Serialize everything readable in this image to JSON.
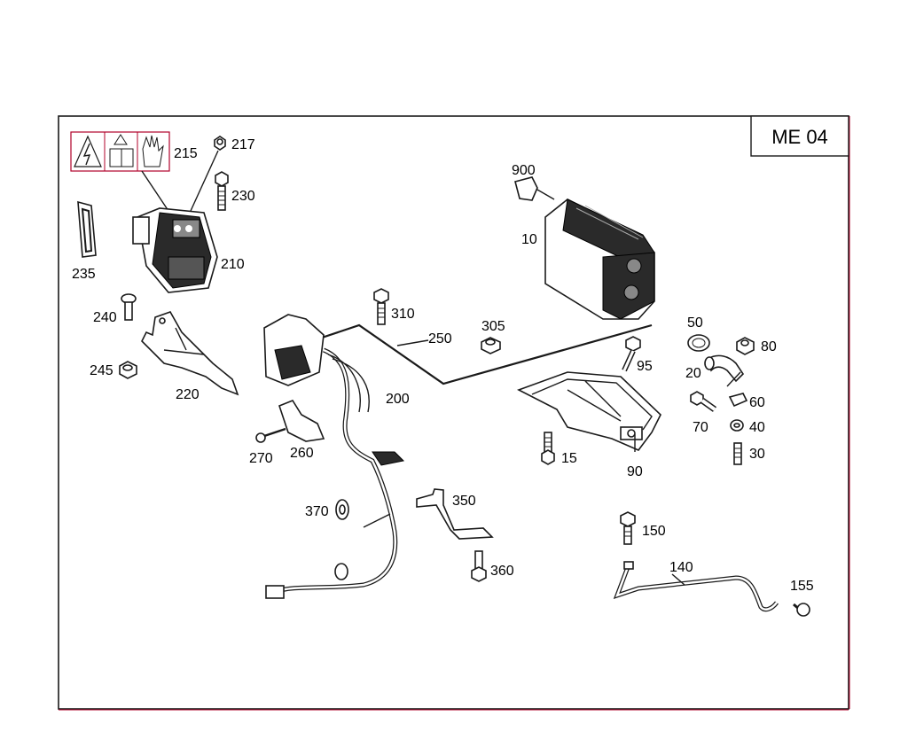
{
  "diagram_code": "ME 04",
  "labels": {
    "p10": "10",
    "p15": "15",
    "p20": "20",
    "p30": "30",
    "p40": "40",
    "p50": "50",
    "p60": "60",
    "p70": "70",
    "p80": "80",
    "p90": "90",
    "p95": "95",
    "p140": "140",
    "p150": "150",
    "p155": "155",
    "p200": "200",
    "p210": "210",
    "p215": "215",
    "p217": "217",
    "p220": "220",
    "p230": "230",
    "p235": "235",
    "p240": "240",
    "p245": "245",
    "p250": "250",
    "p260": "260",
    "p270": "270",
    "p305": "305",
    "p310": "310",
    "p350": "350",
    "p360": "360",
    "p370": "370",
    "p900": "900"
  },
  "colors": {
    "frame": "#1a1a1a",
    "accent_red": "#b0002a"
  }
}
